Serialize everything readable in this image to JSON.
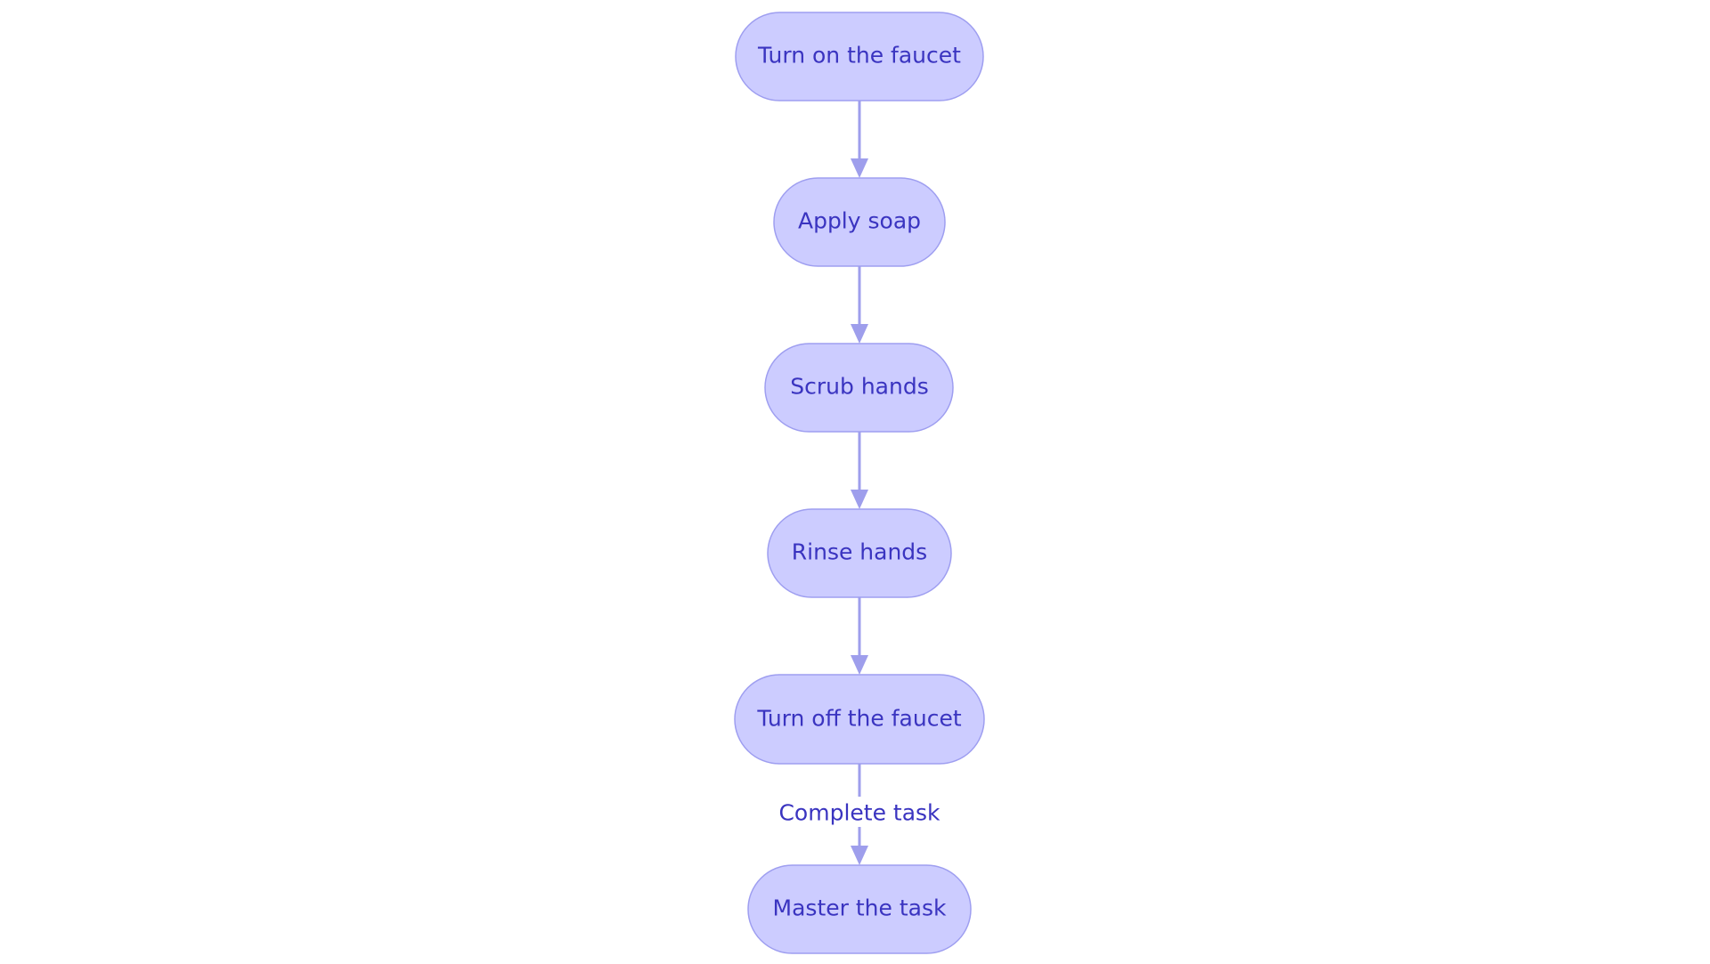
{
  "diagram": {
    "nodes": [
      {
        "id": "n1",
        "label": "Turn on the faucet"
      },
      {
        "id": "n2",
        "label": "Apply soap"
      },
      {
        "id": "n3",
        "label": "Scrub hands"
      },
      {
        "id": "n4",
        "label": "Rinse hands"
      },
      {
        "id": "n5",
        "label": "Turn off the faucet"
      },
      {
        "id": "n6",
        "label": "Master the task"
      }
    ],
    "edges": [
      {
        "from": "n1",
        "to": "n2",
        "label": ""
      },
      {
        "from": "n2",
        "to": "n3",
        "label": ""
      },
      {
        "from": "n3",
        "to": "n4",
        "label": ""
      },
      {
        "from": "n4",
        "to": "n5",
        "label": ""
      },
      {
        "from": "n5",
        "to": "n6",
        "label": "Complete task"
      }
    ],
    "colors": {
      "node_fill": "#ccccff",
      "node_stroke": "#9e9ef0",
      "text": "#3a34c0",
      "edge": "#9e9eec"
    }
  }
}
